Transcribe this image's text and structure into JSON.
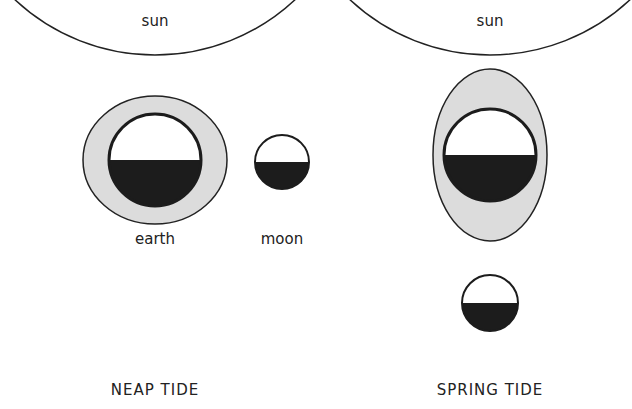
{
  "diagram": {
    "nodes": [
      {
        "text": [
          "sun"
        ]
      },
      {
        "text": [
          "sun"
        ]
      },
      {
        "text": [
          "earth"
        ]
      },
      {
        "text": [
          "moon"
        ]
      }
    ],
    "labels": [
      "NEAP TIDE",
      "SPRING TIDE"
    ]
  }
}
